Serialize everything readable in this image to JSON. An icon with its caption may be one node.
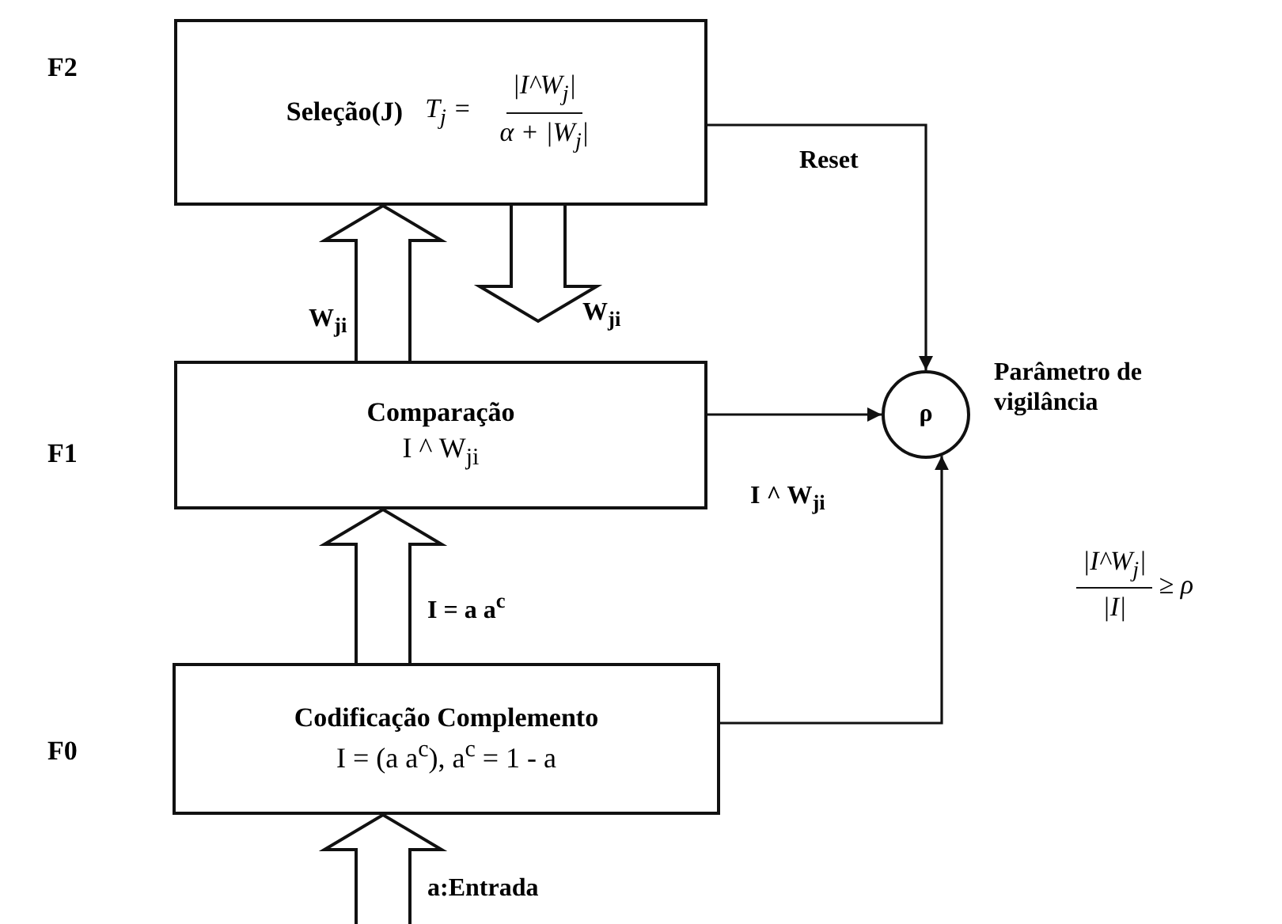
{
  "diagram": {
    "nodes": [
      {
        "text": [
          "Seleção(J)",
          "T$_{j}$ =",
          "|I^W$_{j}$|",
          "α + |W$_{j}$|"
        ]
      },
      {
        "text": [
          "Comparação",
          "I ^ W$_{ji}$"
        ]
      },
      {
        "text": [
          "Codificação Complemento",
          "I = (a a$^{c}$),  a$^{c}$ = 1 - a"
        ]
      },
      {
        "text": [
          "ρ"
        ],
        "beside": [
          "Parâmetro de vigilância"
        ]
      }
    ],
    "edges": [
      {
        "from": 1,
        "to": 0,
        "arrow": "to",
        "style": "thick",
        "label": "W$_{ji}$"
      },
      {
        "from": 0,
        "to": 1,
        "arrow": "to",
        "style": "thick",
        "label": "W$_{ji}$"
      },
      {
        "from": 0,
        "to": 3,
        "arrow": "to",
        "label": "Reset"
      },
      {
        "from": 1,
        "to": 3,
        "arrow": "to",
        "label": "I ^ W$_{ji}$"
      },
      {
        "from": 2,
        "to": 3,
        "arrow": "to"
      },
      {
        "from": 2,
        "to": 1,
        "arrow": "to",
        "style": "thick",
        "label": "I = a a$^{c}$"
      },
      {
        "from": null,
        "to": 2,
        "arrow": "to",
        "style": "thick",
        "label": "a:Entrada"
      }
    ],
    "labels": [
      "F2",
      "F1",
      "F0",
      "|I^W$_{j}$|",
      "|I|",
      "≥ ρ"
    ]
  }
}
